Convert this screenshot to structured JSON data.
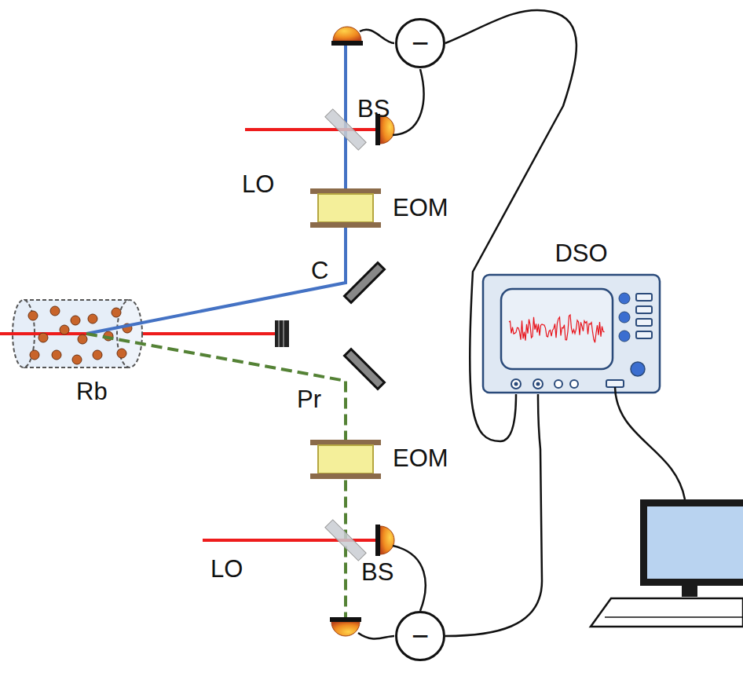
{
  "diagram": {
    "nodes": [
      {
        "text": [
          "−"
        ]
      },
      {
        "text": [
          "DSO"
        ]
      },
      {
        "text": [
          "−"
        ]
      }
    ],
    "edges": [
      {
        "from": 0,
        "to": 1,
        "arrow": "none"
      },
      {
        "from": 2,
        "to": 1,
        "arrow": "none"
      }
    ],
    "labels": [
      "BS",
      "LO",
      "EOM",
      "C",
      "Rb",
      "Pr",
      "EOM",
      "LO",
      "BS"
    ]
  }
}
